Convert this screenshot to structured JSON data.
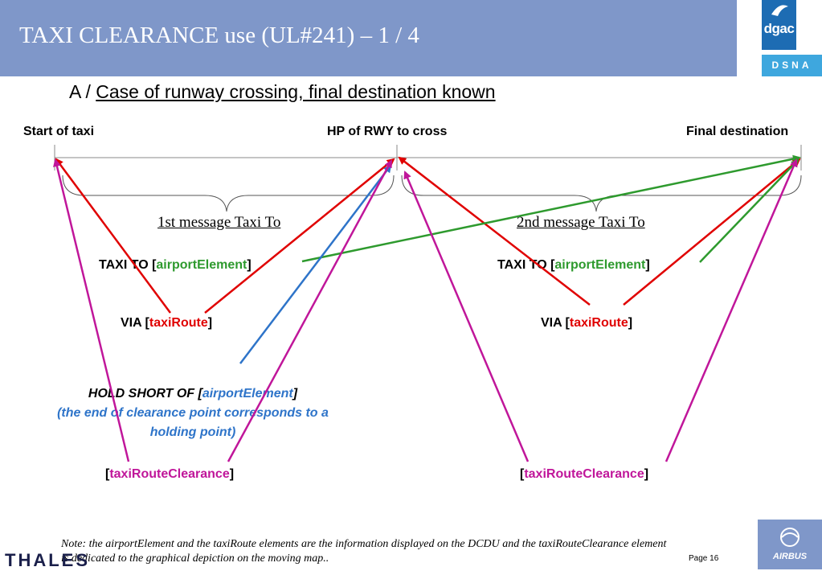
{
  "header": {
    "title": "TAXI CLEARANCE use (UL#241) – 1 / 4"
  },
  "logos": {
    "dgac": "dgac",
    "dsna": "DSNA",
    "thales": "THALES",
    "airbus": "AIRBUS"
  },
  "subtitle": {
    "prefix": "A / ",
    "text": "Case of runway crossing, final destination known"
  },
  "timeline": {
    "start": "Start of taxi",
    "middle": "HP of RWY to cross",
    "end": "Final destination"
  },
  "messages": {
    "first": "1st message Taxi To",
    "second": "2nd message Taxi To"
  },
  "left": {
    "taxi_to": {
      "prefix": "TAXI TO [",
      "element": "airportElement",
      "suffix": "]"
    },
    "via": {
      "prefix": "VIA [",
      "element": "taxiRoute",
      "suffix": "]"
    },
    "hold": {
      "prefix": "HOLD SHORT OF [",
      "element": "airportElement",
      "suffix": "]",
      "line2": "(the end of clearance point corresponds to a",
      "line3": "holding point)"
    },
    "clearance": {
      "open": "[",
      "element": "taxiRouteClearance",
      "close": "]"
    }
  },
  "right": {
    "taxi_to": {
      "prefix": "TAXI TO [",
      "element": "airportElement",
      "suffix": "]"
    },
    "via": {
      "prefix": "VIA [",
      "element": "taxiRoute",
      "suffix": "]"
    },
    "clearance": {
      "open": "[",
      "element": "taxiRouteClearance",
      "close": "]"
    }
  },
  "note": "Note: the airportElement and the taxiRoute elements are the information displayed on the DCDU and the taxiRouteClearance element is dedicated to the graphical depiction on the moving map..",
  "footer": {
    "page": "Page 16"
  },
  "colors": {
    "header": "#7f97c9",
    "red": "#e00000",
    "green": "#2e9a2e",
    "blue": "#2e74c9",
    "magenta": "#c0169a"
  }
}
